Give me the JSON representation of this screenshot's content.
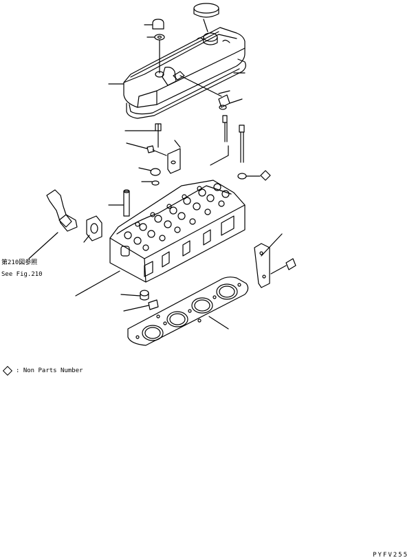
{
  "figure": {
    "reference_jp": "第210図参照",
    "reference_en": "See Fig.210",
    "legend_symbol": "diamond",
    "legend_text": ": Non Parts Number",
    "figure_code": "PYFV255"
  },
  "colors": {
    "line": "#000000",
    "background": "#ffffff"
  }
}
